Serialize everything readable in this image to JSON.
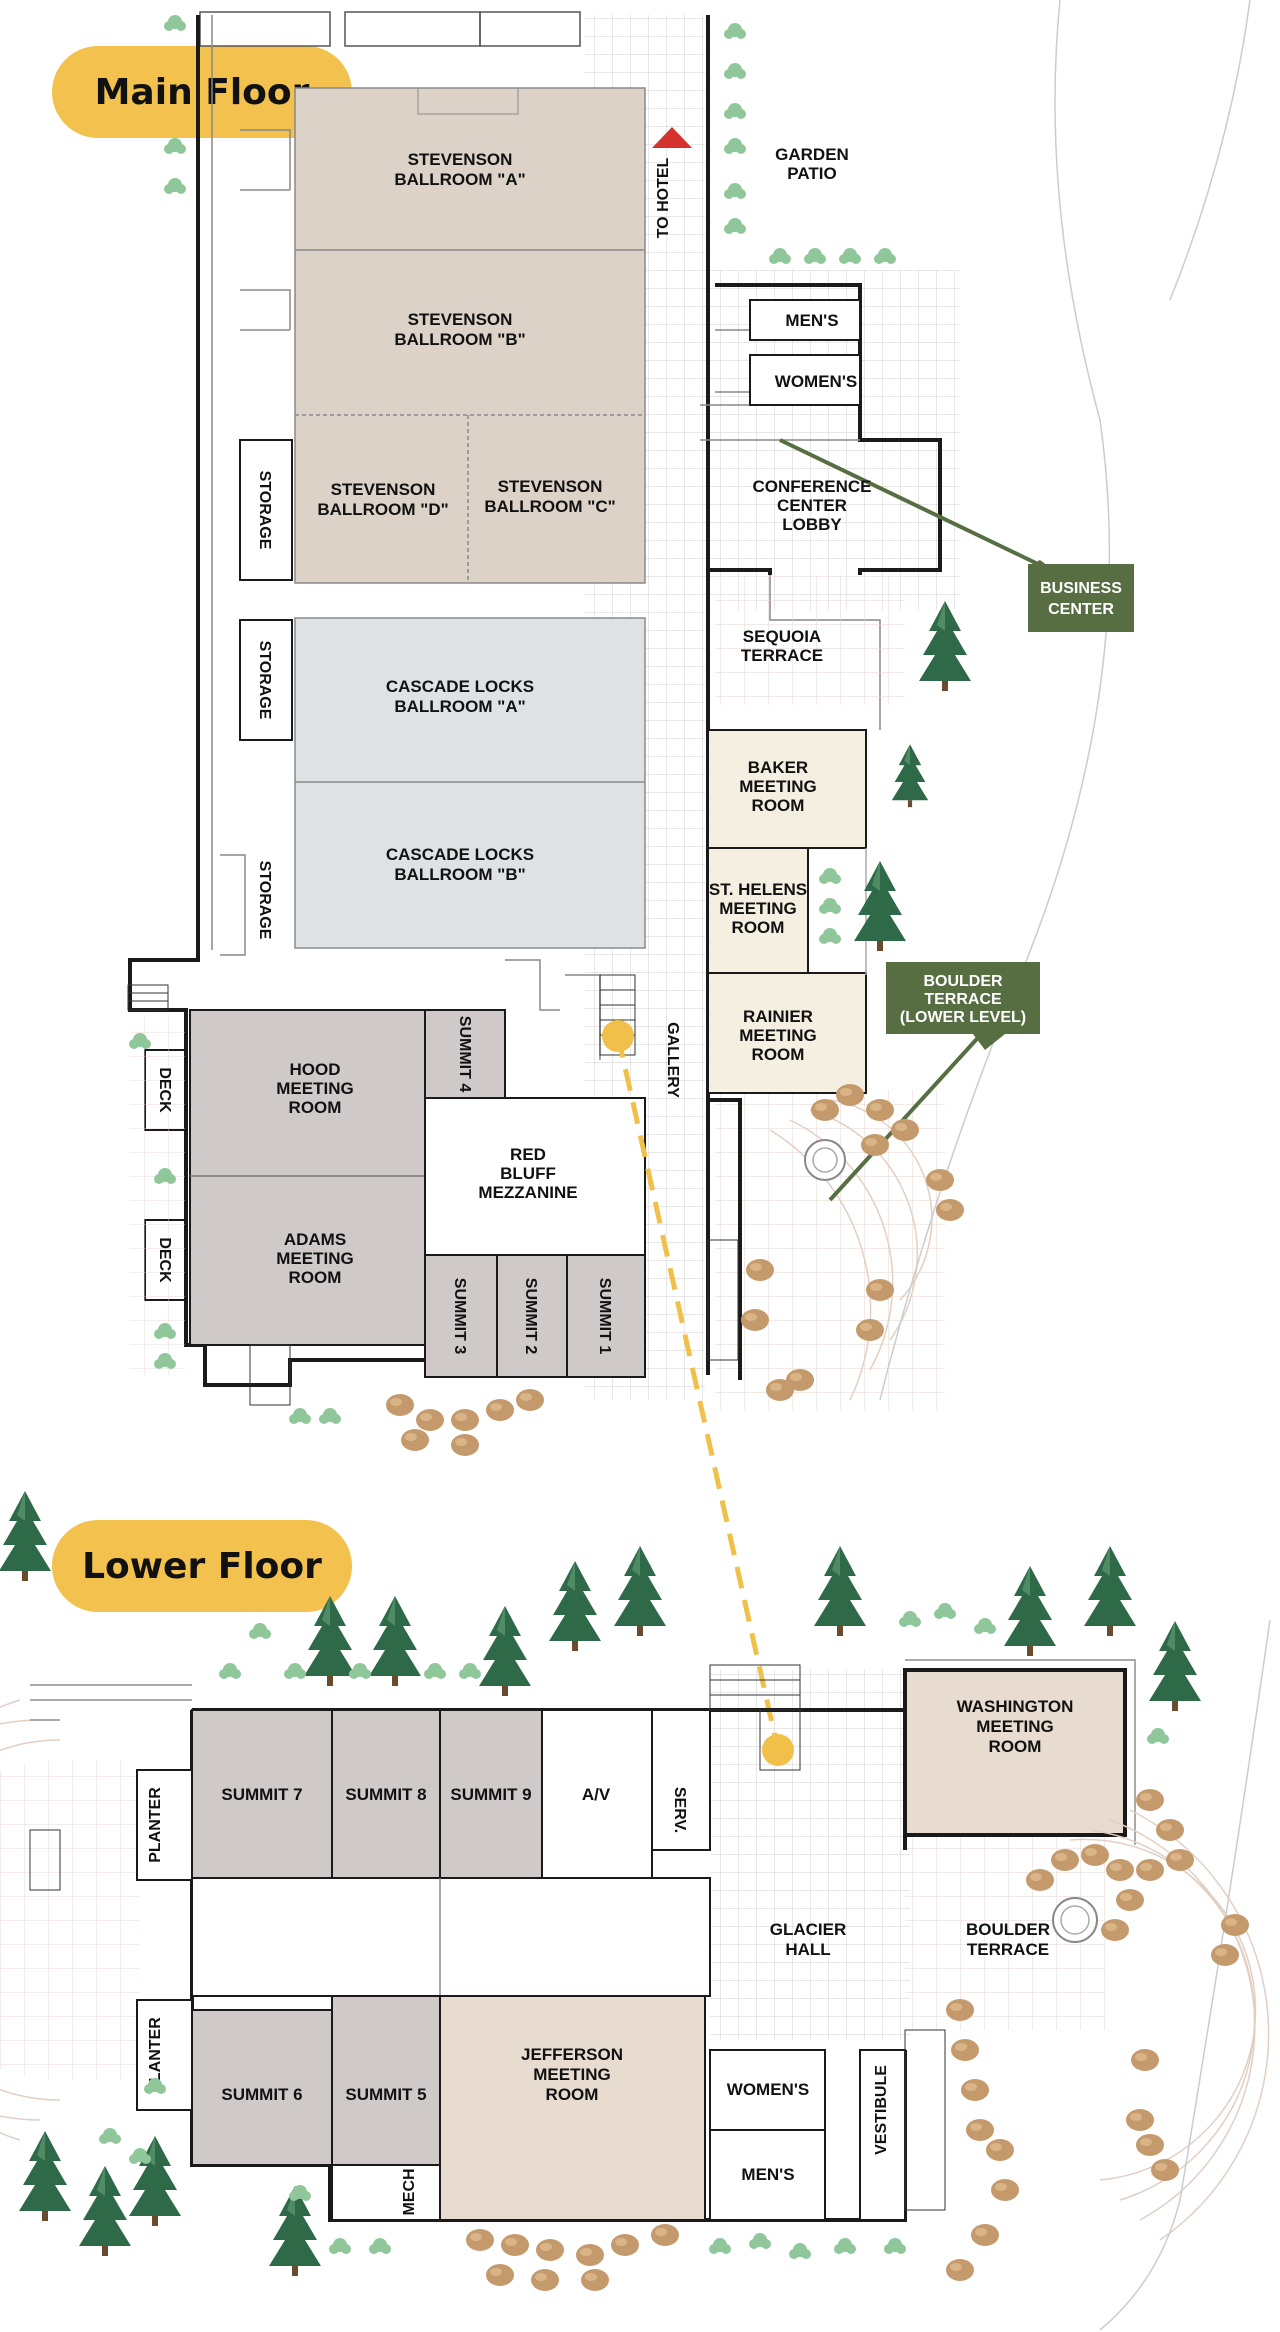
{
  "floors": {
    "main": "Main Floor",
    "lower": "Lower Floor"
  },
  "colors": {
    "pill": "#f2c14e",
    "stevenson": "#dcd2c8",
    "cascade": "#dfe2e4",
    "meeting_tan": "#f5efe1",
    "hood_adams": "#cfc9ca",
    "summit_lower": "#cfc9ca",
    "jefferson": "#e7dccf",
    "callout_green": "#566e42",
    "rock": "#c49a6c",
    "tree": "#2f6a48",
    "shrub": "#8fc79a",
    "hotel_arrow": "#d6322d",
    "route": "#f0c04a"
  },
  "main_floor": {
    "rooms": {
      "stevenson_a": [
        "STEVENSON",
        "BALLROOM \"A\""
      ],
      "stevenson_b": [
        "STEVENSON",
        "BALLROOM \"B\""
      ],
      "stevenson_d": [
        "STEVENSON",
        "BALLROOM \"D\""
      ],
      "stevenson_c": [
        "STEVENSON",
        "BALLROOM \"C\""
      ],
      "cascade_a": [
        "CASCADE LOCKS",
        "BALLROOM \"A\""
      ],
      "cascade_b": [
        "CASCADE LOCKS",
        "BALLROOM \"B\""
      ],
      "storage": "STORAGE",
      "hood": [
        "HOOD",
        "MEETING",
        "ROOM"
      ],
      "adams": [
        "ADAMS",
        "MEETING",
        "ROOM"
      ],
      "deck": "DECK",
      "summit4": "SUMMIT 4",
      "summit3": "SUMMIT 3",
      "summit2": "SUMMIT 2",
      "summit1": "SUMMIT 1",
      "red_bluff": [
        "RED",
        "BLUFF",
        "MEZZANINE"
      ],
      "gallery": "GALLERY",
      "to_hotel": "TO HOTEL",
      "garden_patio": [
        "GARDEN",
        "PATIO"
      ],
      "mens": "MEN'S",
      "womens": "WOMEN'S",
      "conference_lobby": [
        "CONFERENCE",
        "CENTER",
        "LOBBY"
      ],
      "sequoia": [
        "SEQUOIA",
        "TERRACE"
      ],
      "baker": [
        "BAKER",
        "MEETING",
        "ROOM"
      ],
      "st_helens": [
        "ST. HELENS",
        "MEETING",
        "ROOM"
      ],
      "rainier": [
        "RAINIER",
        "MEETING",
        "ROOM"
      ]
    },
    "callouts": {
      "business_center": [
        "BUSINESS",
        "CENTER"
      ],
      "boulder_lower": [
        "BOULDER",
        "TERRACE",
        "(LOWER LEVEL)"
      ]
    }
  },
  "lower_floor": {
    "rooms": {
      "summit7": "SUMMIT 7",
      "summit8": "SUMMIT 8",
      "summit9": "SUMMIT 9",
      "av": "A/V",
      "serv": "SERV.",
      "summit6": "SUMMIT 6",
      "summit5": "SUMMIT 5",
      "planter": "PLANTER",
      "mech": "MECH",
      "jefferson": [
        "JEFFERSON",
        "MEETING",
        "ROOM"
      ],
      "glacier": [
        "GLACIER",
        "HALL"
      ],
      "washington": [
        "WASHINGTON",
        "MEETING",
        "ROOM"
      ],
      "boulder": [
        "BOULDER",
        "TERRACE"
      ],
      "womens": "WOMEN'S",
      "mens": "MEN'S",
      "vestibule": "VESTIBULE"
    }
  }
}
